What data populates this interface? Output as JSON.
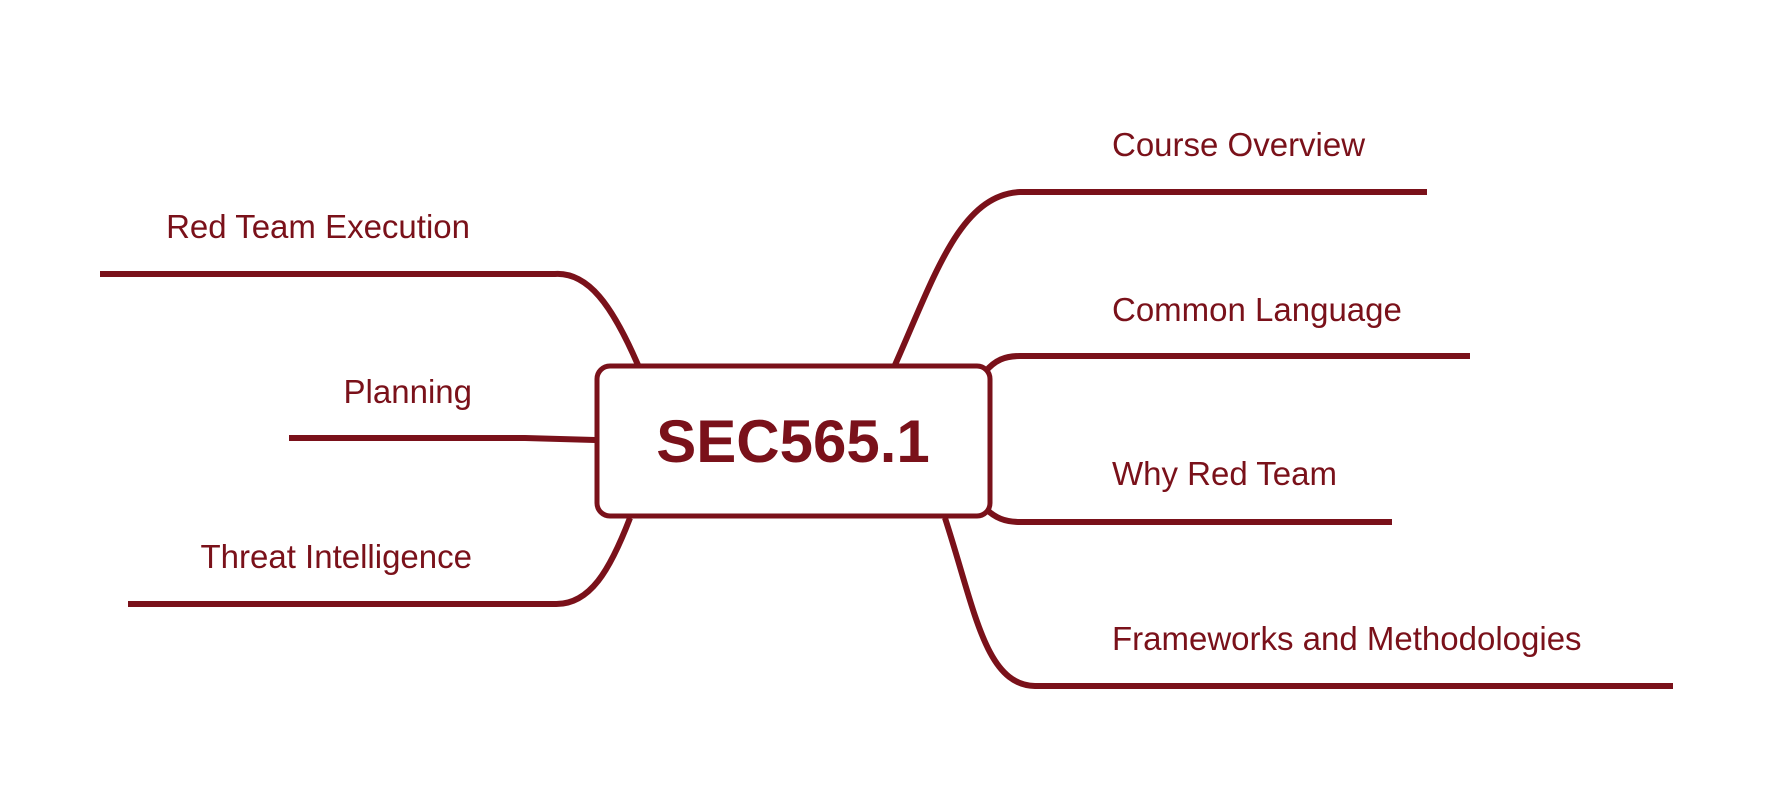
{
  "diagram": {
    "type": "mindmap",
    "color": "#7a111a",
    "center": {
      "label": "SEC565.1"
    },
    "left_branches": [
      {
        "id": "red-team-execution",
        "label": "Red Team Execution"
      },
      {
        "id": "planning",
        "label": "Planning"
      },
      {
        "id": "threat-intelligence",
        "label": "Threat Intelligence"
      }
    ],
    "right_branches": [
      {
        "id": "course-overview",
        "label": "Course Overview"
      },
      {
        "id": "common-language",
        "label": "Common Language"
      },
      {
        "id": "why-red-team",
        "label": "Why Red Team"
      },
      {
        "id": "frameworks-and-methodologies",
        "label": "Frameworks and Methodologies"
      }
    ]
  }
}
